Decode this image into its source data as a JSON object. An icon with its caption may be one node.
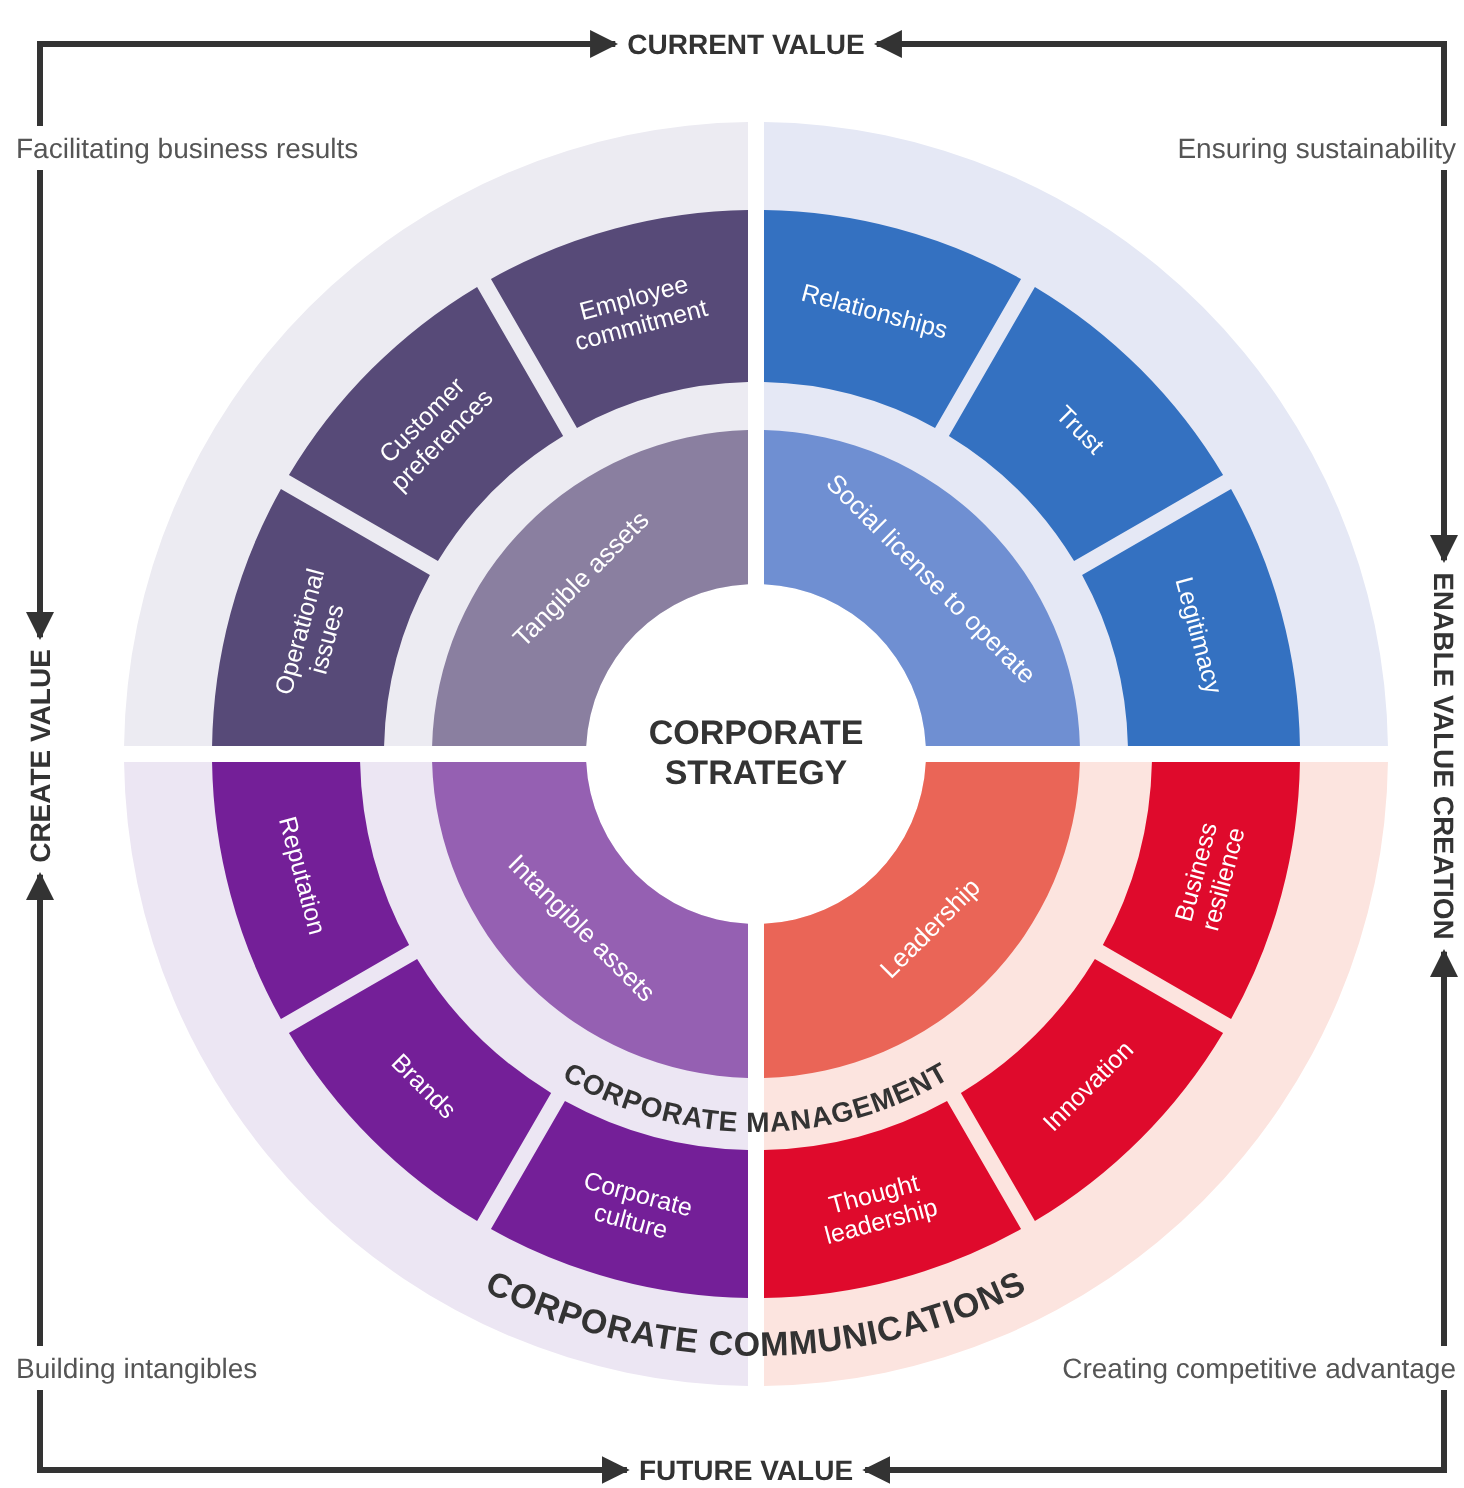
{
  "diagram": {
    "nodes": [
      {
        "text": [
          "CURRENT VALUE"
        ]
      },
      {
        "text": [
          "Facilitating business results"
        ]
      },
      {
        "text": [
          "Ensuring sustainability"
        ]
      },
      {
        "text": [
          "CREATE VALUE"
        ]
      },
      {
        "text": [
          "ENABLE VALUE CREATION"
        ]
      },
      {
        "text": [
          "Building intangibles"
        ]
      },
      {
        "text": [
          "Creating competitive advantage"
        ]
      },
      {
        "text": [
          "FUTURE VALUE"
        ]
      },
      {
        "text": [
          "CORPORATE STRATEGY"
        ]
      },
      {
        "text": [
          "Tangible assets"
        ]
      },
      {
        "text": [
          "Social license to operate"
        ]
      },
      {
        "text": [
          "Intangible assets"
        ]
      },
      {
        "text": [
          "Leadership"
        ]
      },
      {
        "text": [
          "Operational issues"
        ]
      },
      {
        "text": [
          "Customer preferences"
        ]
      },
      {
        "text": [
          "Employee commitment"
        ]
      },
      {
        "text": [
          "Relationships"
        ]
      },
      {
        "text": [
          "Trust"
        ]
      },
      {
        "text": [
          "Legitimacy"
        ]
      },
      {
        "text": [
          "Reputation"
        ]
      },
      {
        "text": [
          "Brands"
        ]
      },
      {
        "text": [
          "Corporate culture"
        ]
      },
      {
        "text": [
          "Thought leadership"
        ]
      },
      {
        "text": [
          "Innovation"
        ]
      },
      {
        "text": [
          "Business resilience"
        ]
      }
    ],
    "edges": [
      {
        "from": 1,
        "to": 0,
        "arrow": "to"
      },
      {
        "from": 1,
        "to": 3,
        "arrow": "to"
      },
      {
        "from": 2,
        "to": 0,
        "arrow": "to"
      },
      {
        "from": 2,
        "to": 4,
        "arrow": "to"
      },
      {
        "from": 5,
        "to": 3,
        "arrow": "to"
      },
      {
        "from": 5,
        "to": 7,
        "arrow": "to"
      },
      {
        "from": 6,
        "to": 4,
        "arrow": "to"
      },
      {
        "from": 6,
        "to": 7,
        "arrow": "to"
      }
    ],
    "labels": [
      "CORPORATE MANAGEMENT",
      "CORPORATE COMMUNICATIONS"
    ]
  }
}
